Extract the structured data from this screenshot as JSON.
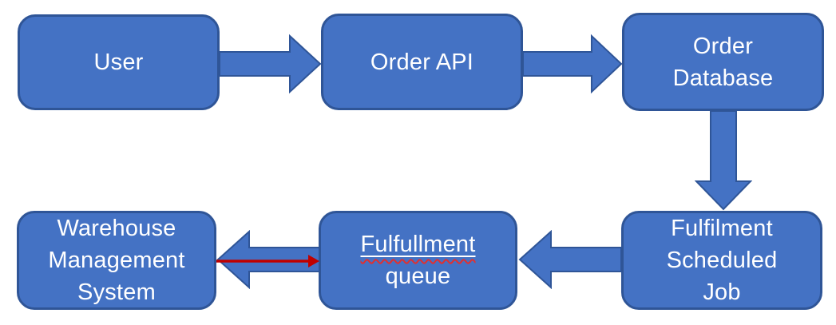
{
  "diagram": {
    "title": "",
    "colors": {
      "shape_fill": "#4472C4",
      "shape_border": "#2F5597",
      "text": "#FFFFFF",
      "red_arrow": "#C00000",
      "spellcheck_squiggle": "#E03030",
      "background": "#FFFFFF"
    },
    "nodes": {
      "user": {
        "lines": [
          "User"
        ]
      },
      "order_api": {
        "lines": [
          "Order API"
        ]
      },
      "order_database": {
        "lines": [
          "Order",
          "Database"
        ]
      },
      "fulfilment_scheduled_job": {
        "lines": [
          "Fulfilment",
          "Scheduled",
          "Job"
        ]
      },
      "fulfullment_queue": {
        "lines": [
          "Fulfullment",
          "queue"
        ],
        "spellcheck_on_line_1": true
      },
      "warehouse_management_system": {
        "lines": [
          "Warehouse",
          "Management",
          "System"
        ]
      }
    },
    "edges": [
      {
        "id": "user-to-order-api",
        "from": "User",
        "to": "Order API",
        "style": "block-arrow",
        "direction": "right"
      },
      {
        "id": "order-api-to-order-database",
        "from": "Order API",
        "to": "Order Database",
        "style": "block-arrow",
        "direction": "right"
      },
      {
        "id": "order-database-to-fulfilment-scheduled-job",
        "from": "Order Database",
        "to": "Fulfilment Scheduled Job",
        "style": "block-arrow",
        "direction": "down"
      },
      {
        "id": "fulfilment-scheduled-job-to-fulfullment-queue",
        "from": "Fulfilment Scheduled Job",
        "to": "Fulfullment queue",
        "style": "block-arrow",
        "direction": "left"
      },
      {
        "id": "fulfullment-queue-to-warehouse-management-system",
        "from": "Fulfullment queue",
        "to": "Warehouse Management System",
        "style": "block-arrow",
        "direction": "left"
      },
      {
        "id": "warehouse-management-system-to-fulfullment-queue",
        "from": "Warehouse Management System",
        "to": "Fulfullment queue",
        "style": "thin-red-arrow",
        "direction": "right"
      }
    ]
  }
}
